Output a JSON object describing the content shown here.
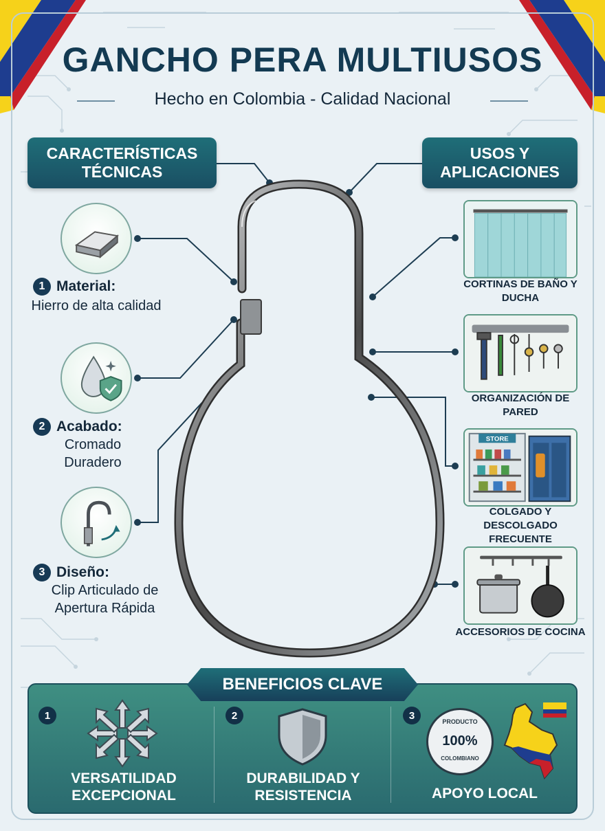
{
  "header": {
    "title": "GANCHO PERA MULTIUSOS",
    "subtitle": "Hecho en Colombia - Calidad Nacional"
  },
  "features": {
    "heading": "CARACTERÍSTICAS TÉCNICAS",
    "items": [
      {
        "number": "1",
        "title": "Material:",
        "description": "Hierro de alta calidad",
        "icon": "metal-bar-icon"
      },
      {
        "number": "2",
        "title": "Acabado:",
        "description": "Cromado Duradero",
        "icon": "water-drop-shield-icon"
      },
      {
        "number": "3",
        "title": "Diseño:",
        "description": "Clip Articulado de Apertura Rápida",
        "icon": "clip-hook-icon"
      }
    ]
  },
  "uses": {
    "heading": "USOS Y APLICACIONES",
    "items": [
      {
        "label": "CORTINAS DE BAÑO Y DUCHA",
        "icon": "shower-curtain-icon"
      },
      {
        "label": "ORGANIZACIÓN DE PARED",
        "icon": "wall-tools-icon"
      },
      {
        "label": "COLGADO Y DESCOLGADO FRECUENTE",
        "icon": "store-shelves-icon",
        "sign": "STORE"
      },
      {
        "label": "ACCESORIOS DE COCINA",
        "icon": "cookware-icon"
      }
    ]
  },
  "benefits": {
    "heading": "BENEFICIOS CLAVE",
    "items": [
      {
        "number": "1",
        "label": "VERSATILIDAD EXCEPCIONAL",
        "icon": "arrows-outward-icon"
      },
      {
        "number": "2",
        "label": "DURABILIDAD Y RESISTENCIA",
        "icon": "shield-icon"
      },
      {
        "number": "3",
        "label": "APOYO LOCAL",
        "icon": "colombia-map-icon",
        "seal_top": "PRODUCTO",
        "seal_center": "100%",
        "seal_bottom": "COLOMBIANO"
      }
    ]
  },
  "colors": {
    "primary": "#133a52",
    "teal": "#1f6e78",
    "green": "#3f8f82",
    "flag_yellow": "#f6d21a",
    "flag_blue": "#1e3d8f",
    "flag_red": "#c8202a"
  }
}
